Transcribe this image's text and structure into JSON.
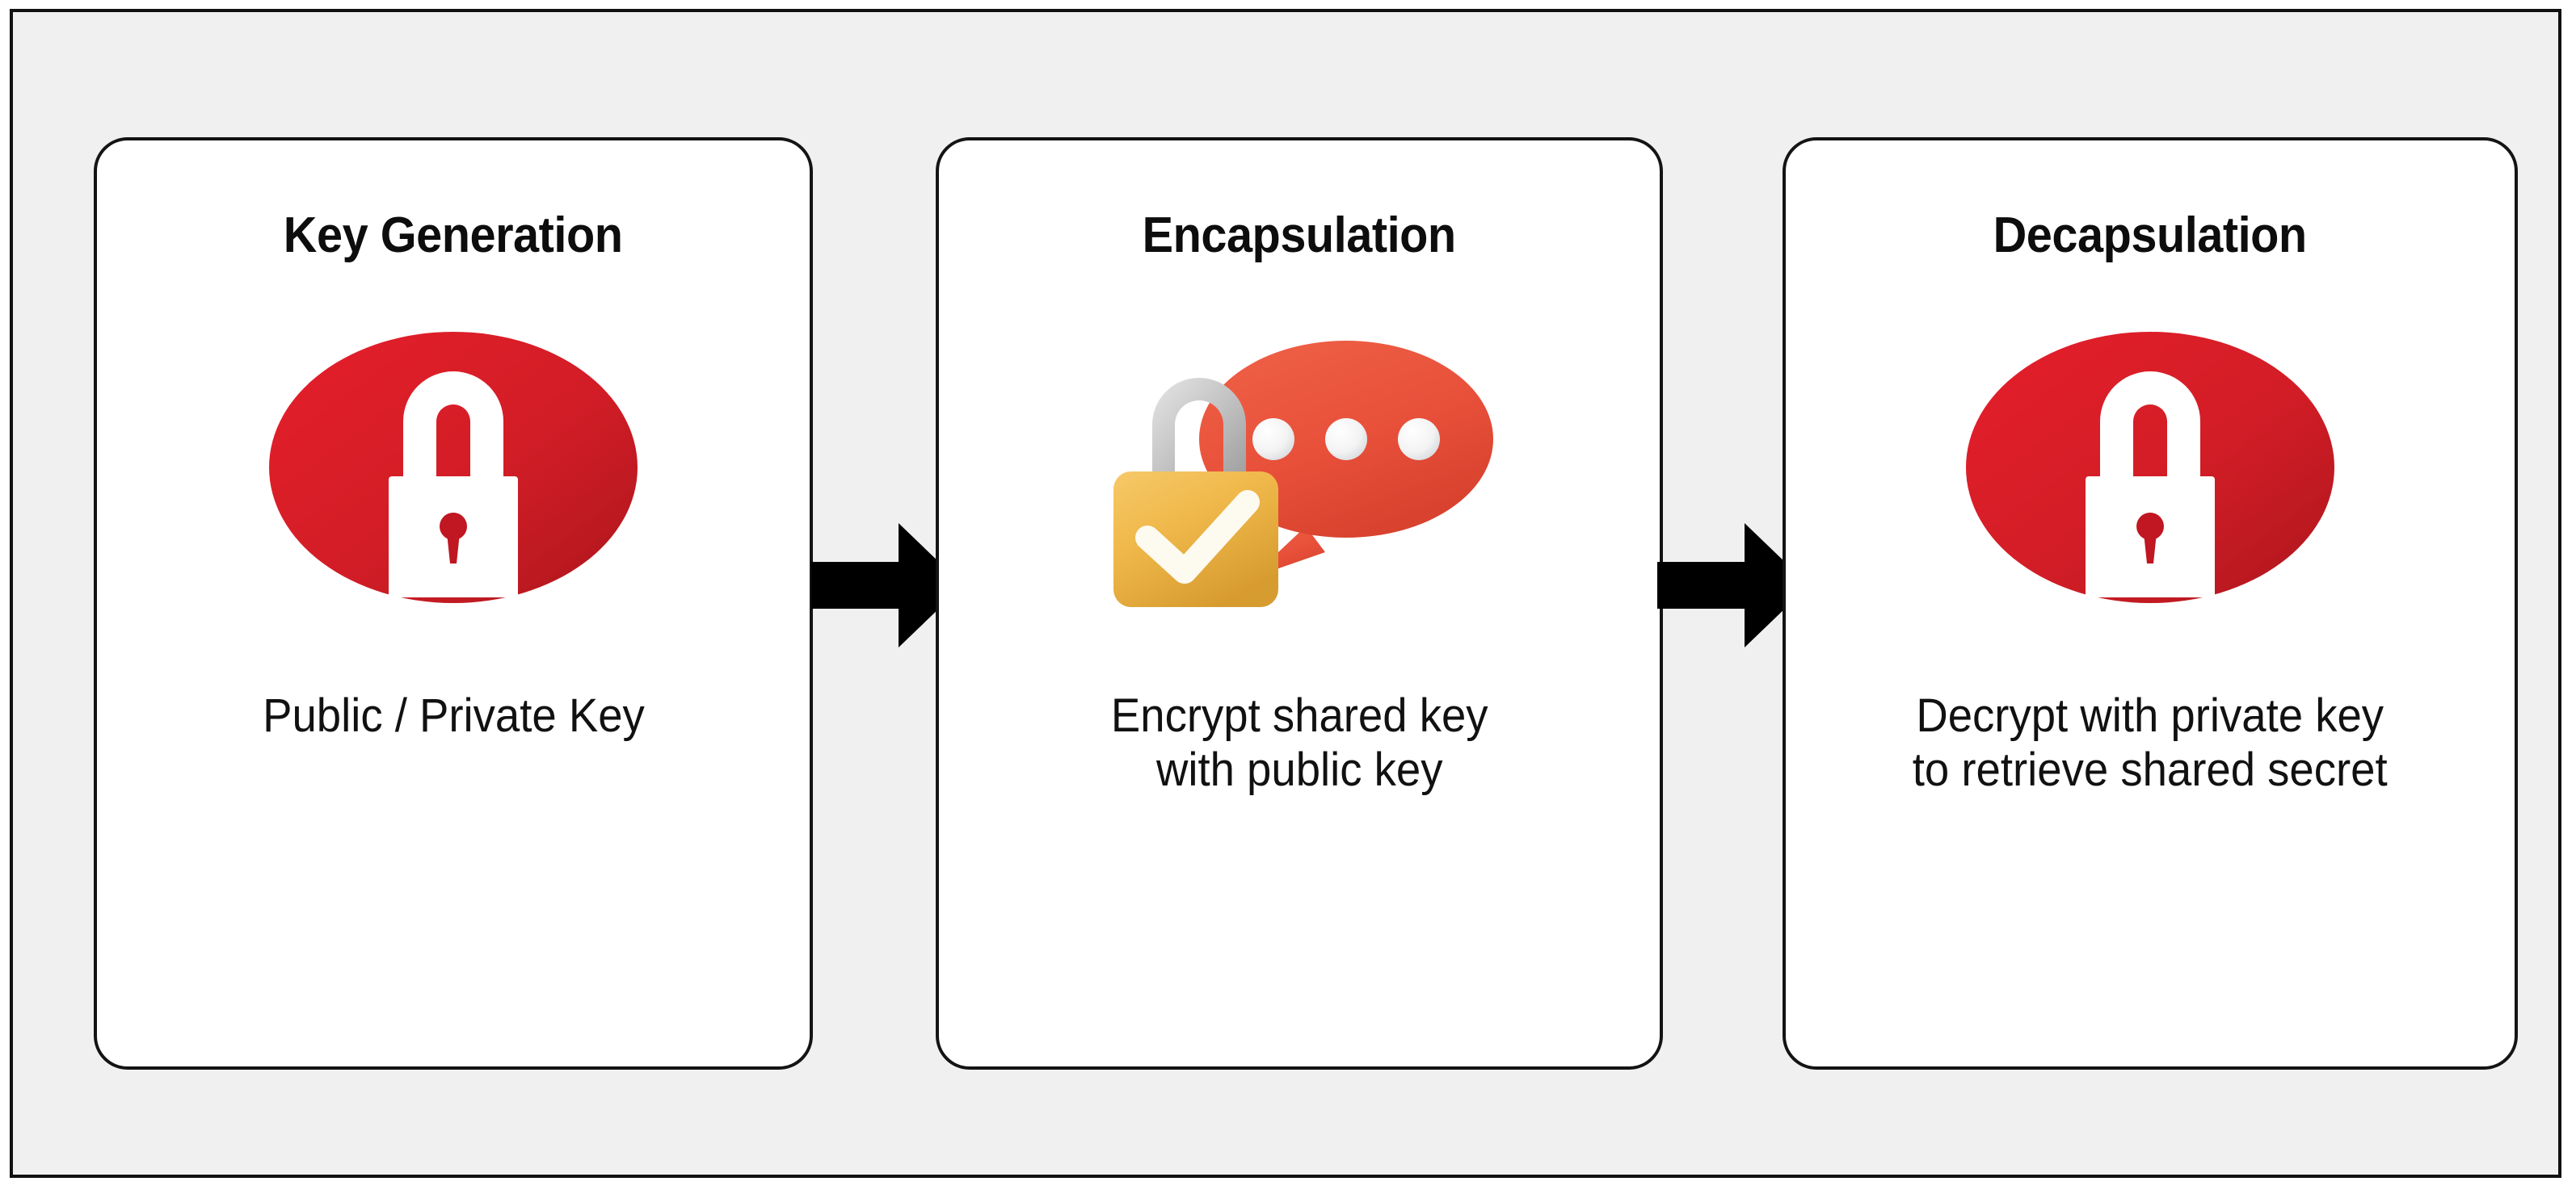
{
  "diagram": {
    "background_color": "#f0f0f0",
    "frame_border_color": "#111111",
    "card_background": "#ffffff",
    "accent_red": "#d8202c",
    "accent_crimson": "#b5171f",
    "bubble_red": "#e8503a",
    "padlock_gold": "#f0b84a",
    "shackle_silver": "#c8c8c8",
    "arrow_color": "#000000"
  },
  "cards": [
    {
      "title": "Key Generation",
      "caption": "Public / Private Key",
      "icon": "red-ellipse-padlock-icon"
    },
    {
      "title": "Encapsulation",
      "caption": "Encrypt shared key\nwith public key",
      "icon": "gold-padlock-speech-bubble-icon"
    },
    {
      "title": "Decapsulation",
      "caption": "Decrypt with private key\nto retrieve shared secret",
      "icon": "red-ellipse-padlock-icon"
    }
  ],
  "arrows": [
    {
      "name": "arrow-keygen-to-encapsulation",
      "direction": "right"
    },
    {
      "name": "arrow-encapsulation-to-decapsulation",
      "direction": "right"
    }
  ]
}
